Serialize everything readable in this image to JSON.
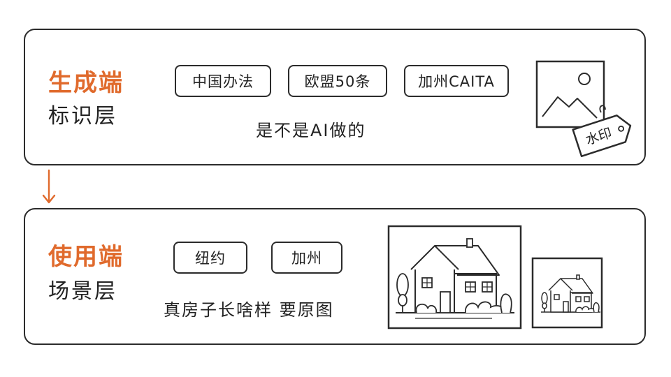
{
  "generation": {
    "title": "生成端",
    "subtitle": "标识层",
    "tags": [
      "中国办法",
      "欧盟50条",
      "加州CAITA"
    ],
    "caption": "是不是AI做的",
    "watermark_label": "水印"
  },
  "usage": {
    "title": "使用端",
    "subtitle": "场景层",
    "tags": [
      "纽约",
      "加州"
    ],
    "caption": "真房子长啥样  要原图"
  },
  "colors": {
    "accent": "#e06a2c",
    "ink": "#2b2b2b"
  }
}
